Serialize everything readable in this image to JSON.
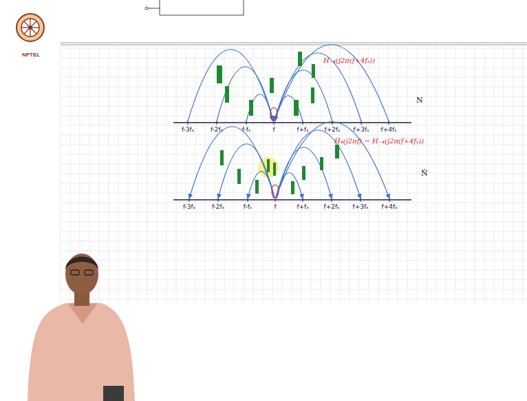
{
  "diagram": {
    "labels": [
      "NPTEL",
      "H₋₄(j2π(f+4fₛ))",
      "f-3fₛ",
      "f-2fₛ",
      "f-fₛ",
      "f",
      "f+fₛ",
      "f+2fₛ",
      "f+3fₛ",
      "f+4fₛ",
      "N",
      "Ĥ₄(j2πf) = H₋₄(j2π(f+4fₛ))",
      "f-3fₛ",
      "f-2fₛ",
      "f-fₛ",
      "f",
      "f+fₛ",
      "f+2fₛ",
      "f+3fₛ",
      "f+4fₛ",
      "N̂"
    ]
  }
}
